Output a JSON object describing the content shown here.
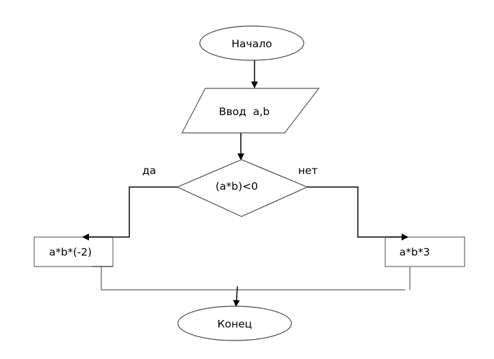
{
  "diagram": {
    "type": "flowchart",
    "nodes": {
      "start": {
        "kind": "terminator",
        "text": "Начало"
      },
      "input": {
        "kind": "input-output",
        "text": "Ввод  a,b"
      },
      "decision": {
        "kind": "decision",
        "text": "(a*b)<0"
      },
      "process_yes": {
        "kind": "process",
        "text": "a*b*(-2)"
      },
      "process_no": {
        "kind": "process",
        "text": "a*b*3"
      },
      "end": {
        "kind": "terminator",
        "text": "Конец"
      }
    },
    "branch_labels": {
      "yes": "да",
      "no": "нет"
    },
    "edges": [
      {
        "from": "start",
        "to": "input"
      },
      {
        "from": "input",
        "to": "decision"
      },
      {
        "from": "decision",
        "to": "process_yes",
        "label": "да"
      },
      {
        "from": "decision",
        "to": "process_no",
        "label": "нет"
      },
      {
        "from": "process_yes",
        "to": "end"
      },
      {
        "from": "process_no",
        "to": "end"
      }
    ],
    "colors": {
      "shape_stroke": "#444444",
      "connector_stroke": "#7a7a7a",
      "arrow_stroke": "#000000",
      "text": "#000000",
      "background": "#ffffff"
    }
  }
}
